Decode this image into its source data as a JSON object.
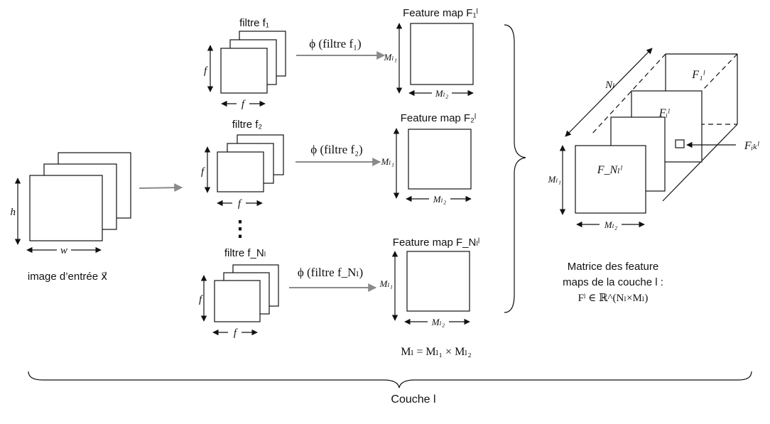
{
  "input": {
    "caption": "image d’entrée x⃗",
    "h": "h",
    "w": "w"
  },
  "filters": [
    {
      "label": "filtre f₁",
      "dim_v": "f",
      "dim_h": "f",
      "op": "ϕ (filtre f₁)",
      "map_title": "Feature map F₁ˡ",
      "map_h": "Mₗ₁",
      "map_w": "Mₗ₂"
    },
    {
      "label": "filtre f₂",
      "dim_v": "f",
      "dim_h": "f",
      "op": "ϕ (filtre f₂)",
      "map_title": "Feature map F₂ˡ",
      "map_h": "Mₗ₁",
      "map_w": "Mₗ₂"
    },
    {
      "label": "filtre f_Nₗ",
      "dim_v": "f",
      "dim_h": "f",
      "op": "ϕ (filtre f_Nₗ)",
      "map_title": "Feature map F_Nₗˡ",
      "map_h": "Mₗ₁",
      "map_w": "Mₗ₂"
    }
  ],
  "ellipsis": "⋮",
  "ml_formula": "Mₗ = Mₗ₁ × Mₗ₂",
  "cube": {
    "depth_label": "Nₗ",
    "f1_label": "F₁ˡ",
    "fi_label": "Fᵢˡ",
    "fnl_label": "F_Nₗˡ",
    "fik_label": "Fᵢₖˡ",
    "h_label": "Mₗ₁",
    "w_label": "Mₗ₂"
  },
  "matrix_caption": [
    "Matrice des feature",
    "maps de la couche l :",
    "Fˡ ∈ ℝ^(Nₗ×Mₗ)"
  ],
  "layer_label": "Couche l"
}
